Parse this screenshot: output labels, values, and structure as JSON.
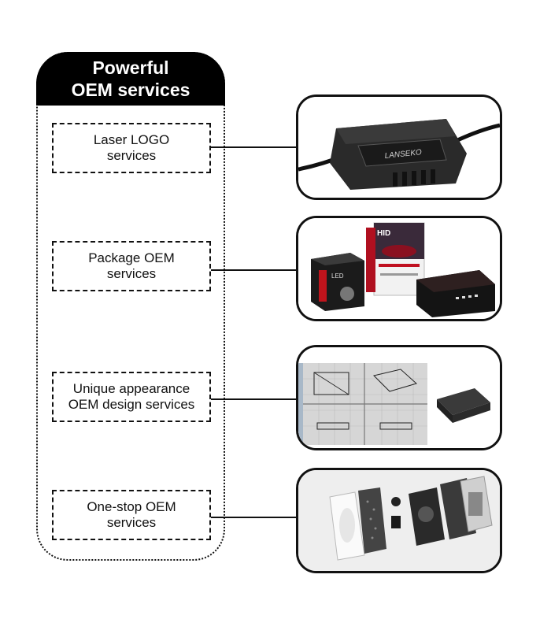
{
  "header": {
    "line1": "Powerful",
    "line2": "OEM services"
  },
  "services": [
    {
      "line1": "Laser LOGO",
      "line2": "services",
      "image": "lanseko-controller-box-photo"
    },
    {
      "line1": "Package OEM",
      "line2": "services",
      "image": "hid-product-packaging-boxes-photo"
    },
    {
      "line1": "Unique appearance",
      "line2": "OEM design services",
      "image": "cad-design-screenshot"
    },
    {
      "line1": "One-stop OEM",
      "line2": "services",
      "image": "exploded-product-parts-render"
    }
  ],
  "photo_text": {
    "brand_logo": "LANSEKO",
    "box_label": "HID",
    "box_label_small": "LED"
  },
  "colors": {
    "accent": "#000000",
    "background": "#ffffff"
  }
}
